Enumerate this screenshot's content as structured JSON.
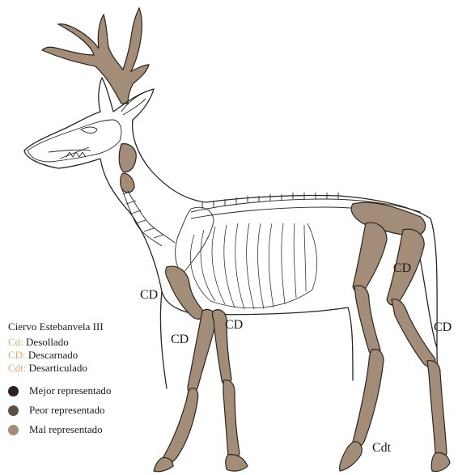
{
  "labels": {
    "cd_neck": "CD",
    "cd_knee": "CD",
    "cd_chest": "CD",
    "cd_thigh": "CD",
    "cd_rear": "CD",
    "cdt_hoof": "Cdt"
  },
  "legend": {
    "title": "Ciervo Estebanvela III",
    "abbreviations": [
      {
        "code": "Cd:",
        "text": "Desollado"
      },
      {
        "code": "CD:",
        "text": "Descarnado"
      },
      {
        "code": "Cdt:",
        "text": "Desarticulado"
      }
    ],
    "code_color": "#e0a775",
    "representation": [
      {
        "label": "Mejor representado",
        "color": "#2b231d"
      },
      {
        "label": "Peor representado",
        "color": "#5e4f43"
      },
      {
        "label": "Mal representado",
        "color": "#a38c78"
      }
    ]
  }
}
